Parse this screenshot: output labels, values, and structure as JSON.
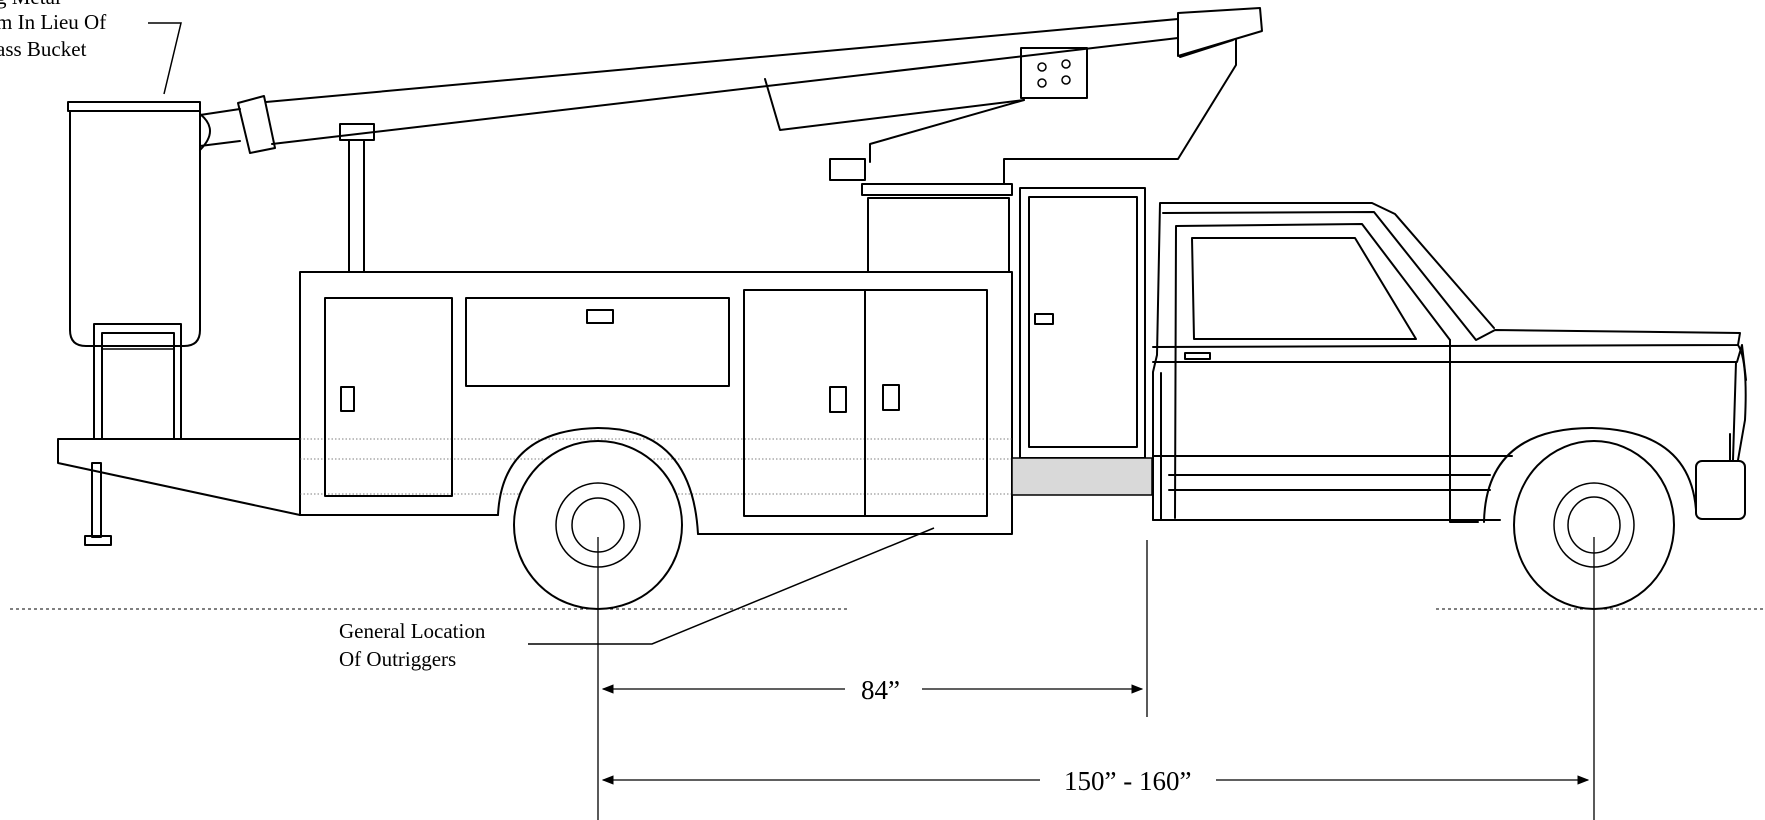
{
  "labels": {
    "bucket_note": [
      "g Metal",
      "m In Lieu Of",
      "ass Bucket"
    ],
    "outrigger_note": [
      "General Location",
      "Of Outriggers"
    ]
  },
  "dimensions": {
    "cab_to_axle": "84”",
    "wheelbase": "150” - 160”"
  },
  "colors": {
    "line": "#000000",
    "step_fill": "#d9d9d9",
    "background": "#ffffff"
  }
}
